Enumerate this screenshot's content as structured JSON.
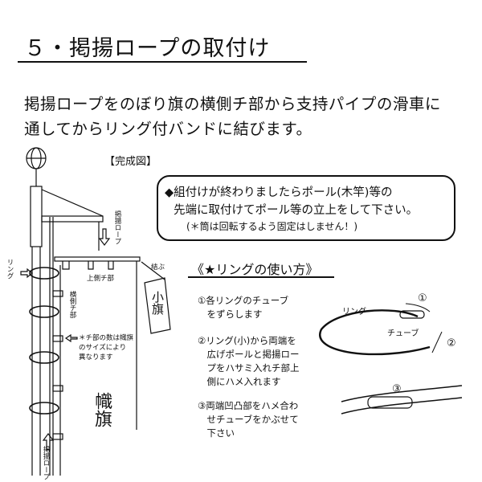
{
  "title": "５・掲揚ロープの取付け",
  "intro": [
    "掲揚ロープをのぼり旗の横側チ部から支持パイプの滑車に",
    "通してからリング付バンドに結びます。"
  ],
  "diagram": {
    "heading": "【完成図】",
    "labels": {
      "rope_top": "掲揚ロープ",
      "rope_bottom": "掲揚ロープ",
      "ring": "リング",
      "top_loops": "上側チ部",
      "side_loops": "横側チ部",
      "tie": "結ぶ",
      "small_flag": "小旗",
      "banner": "幟旗",
      "loop_note": "＊チ部の数は幟旗\nのサイズにより\n異なります"
    }
  },
  "notice": {
    "lines": [
      "◆組付けが終わりましたらポール(木竿)等の",
      "先端に取付けてポール等の立上をして下さい。",
      "(＊筒は回転するよう固定はしません！)"
    ]
  },
  "ring_usage": {
    "heading": "《★リングの使い方》",
    "steps": [
      "①各リングのチューブ\n　をずらします",
      "②リング(小)から両端を\n　広げポールと掲揚ロー\n　プをハサミ入れチ部上\n　側にハメ入れます",
      "③両端凹凸部をハメ合わ\n　せチューブをかぶせて\n　下さい"
    ],
    "figure_labels": {
      "ring": "リング",
      "tube": "チューブ",
      "n1": "①",
      "n2": "②",
      "n3": "③"
    }
  }
}
